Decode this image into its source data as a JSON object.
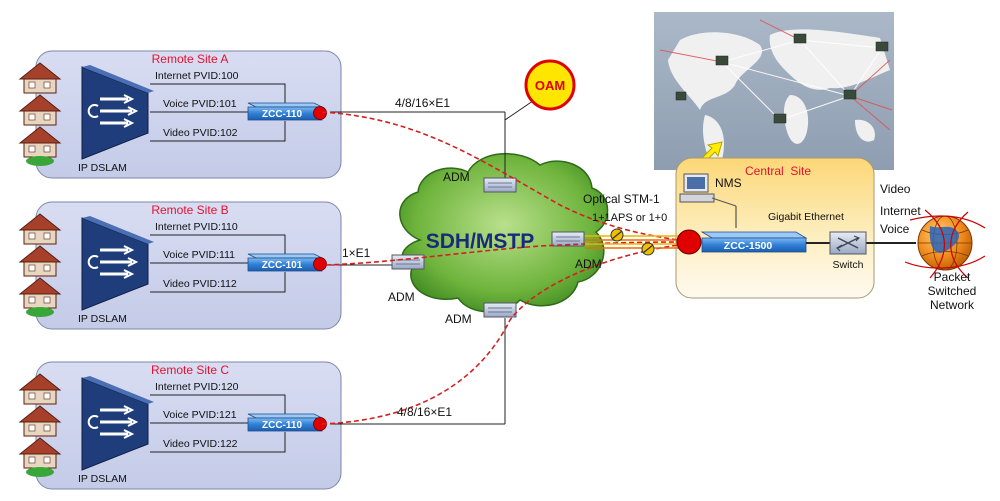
{
  "sites": [
    {
      "title": "Remote Site A",
      "dslam_label": "IP DSLAM",
      "internet": "Internet PVID:100",
      "voice": "Voice PVID:101",
      "video": "Video PVID:102",
      "device": "ZCC-110",
      "link": "4/8/16×E1"
    },
    {
      "title": "Remote Site B",
      "dslam_label": "IP DSLAM",
      "internet": "Internet PVID:110",
      "voice": "Voice PVID:111",
      "video": "Video PVID:112",
      "device": "ZCC-101",
      "link": "1×E1"
    },
    {
      "title": "Remote Site C",
      "dslam_label": "IP DSLAM",
      "internet": "Internet PVID:120",
      "voice": "Voice PVID:121",
      "video": "Video PVID:122",
      "device": "ZCC-110",
      "link": "4/8/16×E1"
    }
  ],
  "cloud": {
    "label": "SDH/MSTP"
  },
  "adm": {
    "label": "ADM"
  },
  "oam": {
    "label": "OAM"
  },
  "optical": {
    "line1": "Optical STM-1",
    "line2": "1+1APS or 1+0"
  },
  "central": {
    "title": "Central  Site",
    "nms": "NMS",
    "gigabit": "Gigabit Ethernet",
    "device": "ZCC-1500",
    "switch": "Switch"
  },
  "services": {
    "video": "Video",
    "internet": "Internet",
    "voice": "Voice"
  },
  "network": {
    "line1": "Packet",
    "line2": "Switched",
    "line3": "Network"
  },
  "colors": {
    "site_title": "#e8102e",
    "dslam": "#1f3d7a",
    "device": "#2f7fd6",
    "port": "#e00000",
    "link_dashed": "#d42020",
    "oam_fill": "#ffe600",
    "central_bg": "#fbd97a",
    "cloud": "#4d9a2a"
  }
}
